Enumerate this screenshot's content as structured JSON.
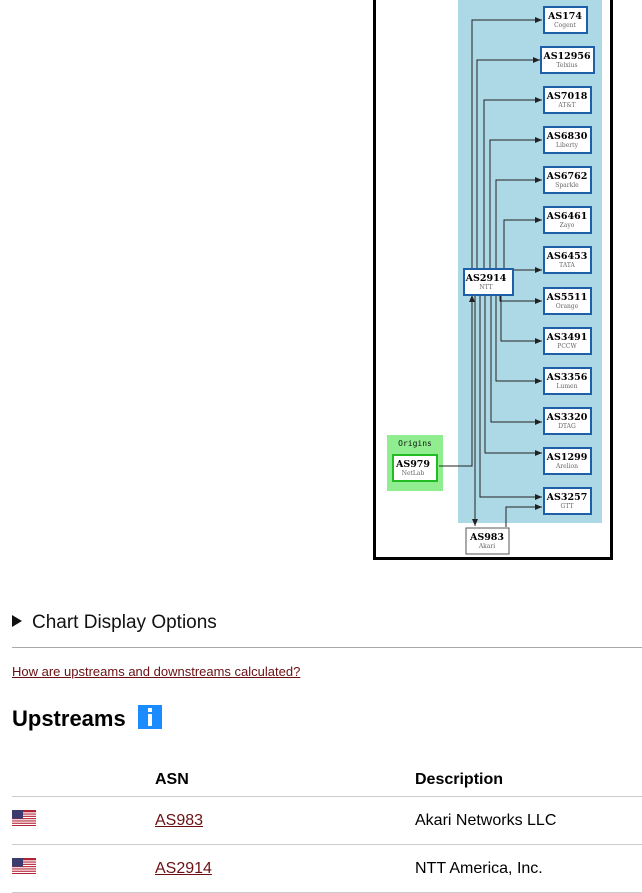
{
  "graph": {
    "nodes": {
      "as174": {
        "name": "AS174",
        "sub": "Cogent"
      },
      "as12956": {
        "name": "AS12956",
        "sub": "Telxius"
      },
      "as7018": {
        "name": "AS7018",
        "sub": "AT&T"
      },
      "as6830": {
        "name": "AS6830",
        "sub": "Liberty"
      },
      "as6762": {
        "name": "AS6762",
        "sub": "Sparkle"
      },
      "as6461": {
        "name": "AS6461",
        "sub": "Zayo"
      },
      "as6453": {
        "name": "AS6453",
        "sub": "TATA"
      },
      "as5511": {
        "name": "AS5511",
        "sub": "Orange"
      },
      "as3491": {
        "name": "AS3491",
        "sub": "PCCW"
      },
      "as3356": {
        "name": "AS3356",
        "sub": "Lumen"
      },
      "as3320": {
        "name": "AS3320",
        "sub": "DTAG"
      },
      "as1299": {
        "name": "AS1299",
        "sub": "Arelion"
      },
      "as3257": {
        "name": "AS3257",
        "sub": "GTT"
      },
      "as2914": {
        "name": "AS2914",
        "sub": "NTT"
      },
      "as979": {
        "name": "AS979",
        "sub": "NetLab"
      },
      "as983": {
        "name": "AS983",
        "sub": "Akari"
      }
    },
    "origins_label": "Origins",
    "colors": {
      "cluster": "#add8e6",
      "origins": "#90ee90",
      "node_border": "#1f5fa8",
      "origin_border": "#22bb22"
    }
  },
  "options": {
    "summary": "Chart Display Options"
  },
  "calc_link": "How are upstreams and downstreams calculated?",
  "upstreams": {
    "title": "Upstreams",
    "info_icon": "info-icon",
    "columns": {
      "flag": "",
      "asn": "ASN",
      "description": "Description"
    },
    "rows": [
      {
        "flag": "us-flag-icon",
        "asn": "AS983",
        "description": "Akari Networks LLC"
      },
      {
        "flag": "us-flag-icon",
        "asn": "AS2914",
        "description": "NTT America, Inc."
      }
    ]
  }
}
